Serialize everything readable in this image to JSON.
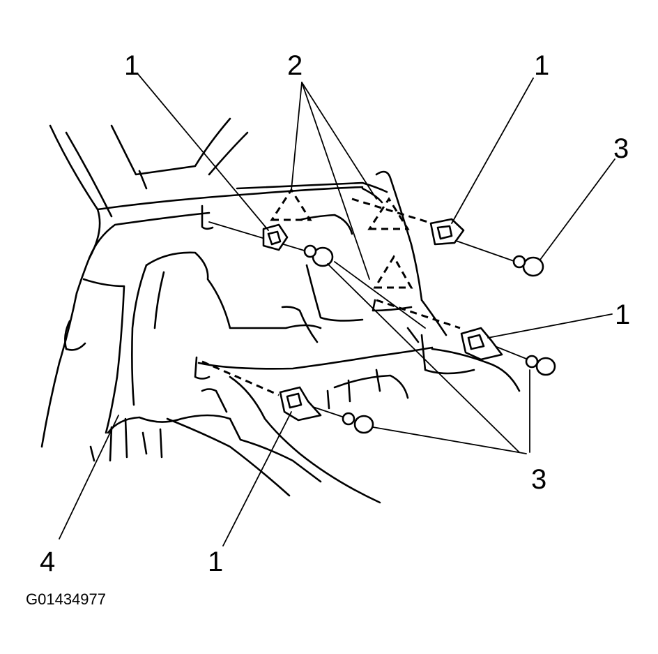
{
  "callouts": {
    "c1_top_left": "1",
    "c2_top": "2",
    "c1_top_right": "1",
    "c3_top_right": "3",
    "c1_mid_right": "1",
    "c3_bottom_right": "3",
    "c1_bottom": "1",
    "c4_bottom_left": "4"
  },
  "figure_id": "G01434977"
}
